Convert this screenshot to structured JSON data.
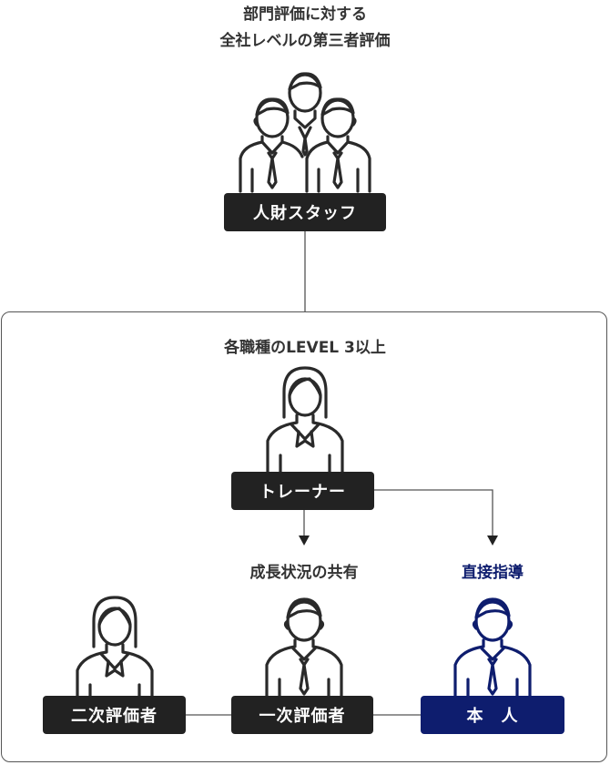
{
  "top": {
    "caption_line1": "部門評価に対する",
    "caption_line2": "全社レベルの第三者評価",
    "label": "人財スタッフ"
  },
  "panel": {
    "caption": "各職種のLEVEL 3以上",
    "trainer_label": "トレーナー",
    "share_caption": "成長状況の共有",
    "guidance_caption": "直接指導",
    "second_evaluator_label": "二次評価者",
    "first_evaluator_label": "一次評価者",
    "self_label": "本　人"
  },
  "colors": {
    "dark": "#222222",
    "navy": "#0e1d6e",
    "line": "#555555",
    "icon_stroke": "#2a2a2a"
  },
  "icons": [
    "staff-group-icon",
    "female-person-icon",
    "male-person-icon"
  ]
}
